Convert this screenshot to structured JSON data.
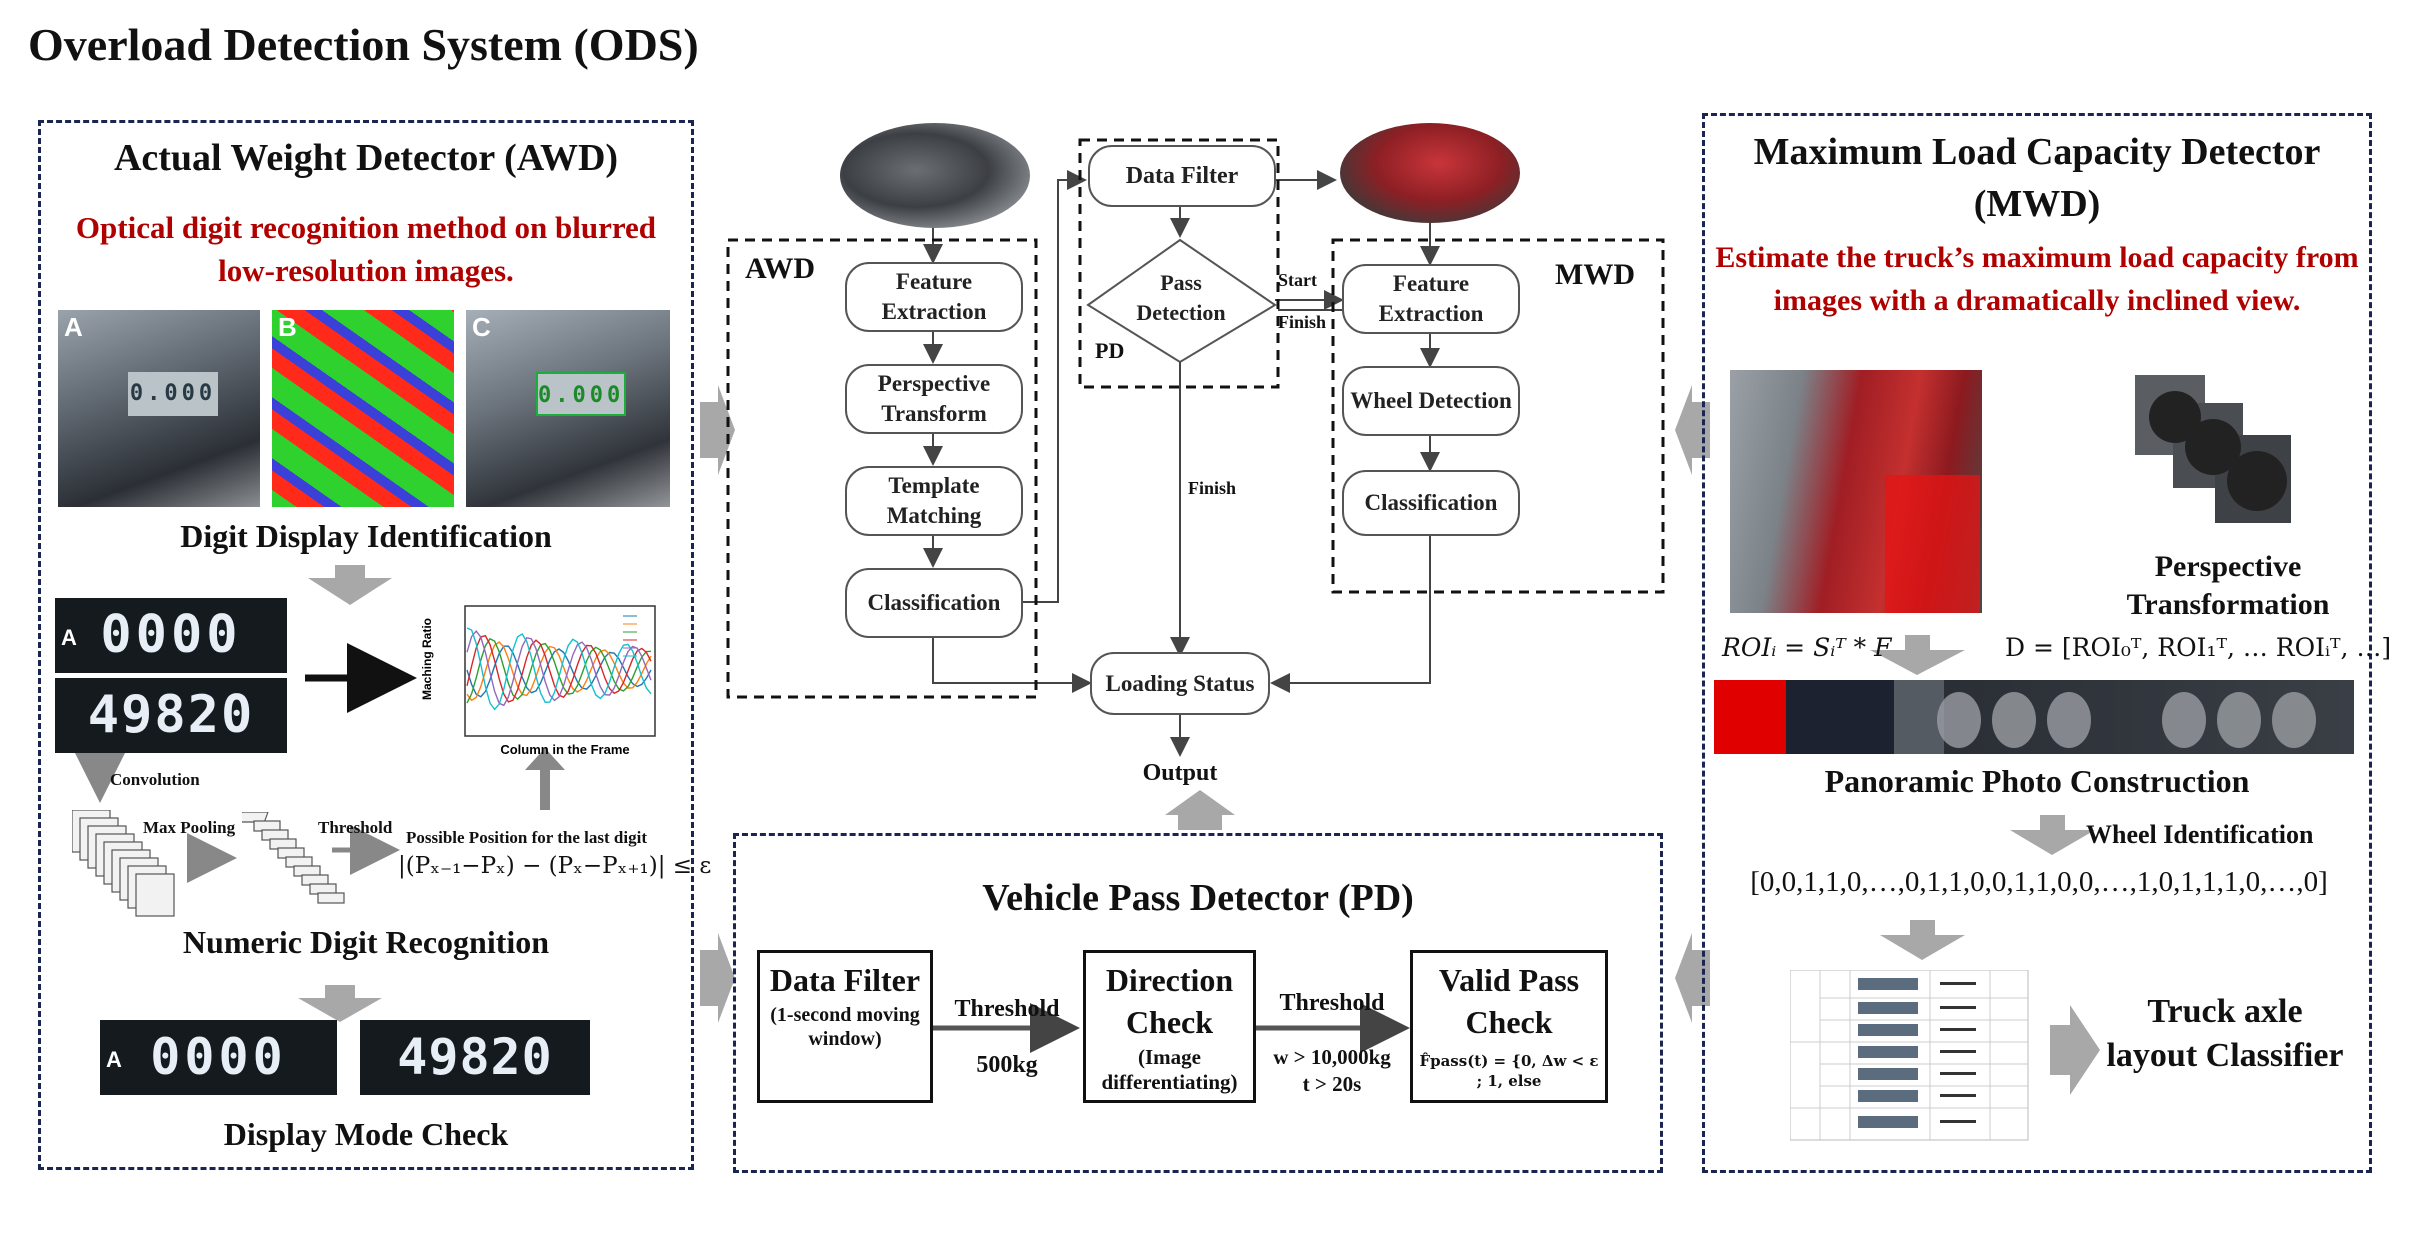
{
  "title": "Overload Detection System (ODS)",
  "awd": {
    "heading": "Actual Weight Detector (AWD)",
    "subtitle": "Optical digit recognition method on blurred low-resolution images.",
    "tags": [
      "A",
      "B",
      "C"
    ],
    "display_reading": "0.000",
    "step1": "Digit Display Identification",
    "digits_top": "0000",
    "digits_bottom": "49820",
    "chart_ylabel": "Maching Ratio",
    "chart_xlabel": "Column in the Frame",
    "convolution": "Convolution",
    "max_pooling": "Max Pooling",
    "threshold": "Threshold",
    "possible_position": "Possible Position for the last digit",
    "formula": "|(Pₓ₋₁−Pₓ) − (Pₓ−Pₓ₊₁)| ≤ ε",
    "step2": "Numeric Digit Recognition",
    "step3": "Display Mode Check"
  },
  "flow": {
    "awd_label": "AWD",
    "mwd_label": "MWD",
    "pd_label": "PD",
    "feature_extraction": "Feature Extraction",
    "perspective_transform": "Perspective Transform",
    "template_matching": "Template Matching",
    "classification": "Classification",
    "data_filter": "Data Filter",
    "pass_detection": "Pass Detection",
    "start": "Start",
    "finish_side": "Finish",
    "finish_down": "Finish",
    "wheel_detection": "Wheel Detection",
    "mwd_feature_extraction": "Feature Extraction",
    "mwd_classification": "Classification",
    "loading_status": "Loading Status",
    "output": "Output"
  },
  "pd": {
    "heading": "Vehicle Pass Detector (PD)",
    "box1_title": "Data Filter",
    "box1_sub": "(1-second moving window)",
    "arrow1_top": "Threshold",
    "arrow1_bottom": "500kg",
    "box2_title": "Direction Check",
    "box2_sub": "(Image differentiating)",
    "arrow2_top": "Threshold",
    "arrow2_line1": "w > 10,000kg",
    "arrow2_line2": "t > 20s",
    "box3_title": "Valid Pass Check",
    "box3_formula": "F̂pass(t) = {0, Δw < ε ; 1, else"
  },
  "mwd": {
    "heading": "Maximum Load Capacity Detector (MWD)",
    "subtitle": "Estimate the truck’s maximum load capacity from images with a dramatically inclined view.",
    "perspective": "Perspective Transformation",
    "roi_formula": "ROIᵢ = Sᵢᵀ * F",
    "d_formula": "D = [ROI₀ᵀ, ROI₁ᵀ, … ROIᵢᵀ, …]",
    "panoramic": "Panoramic Photo Construction",
    "wheel_identification": "Wheel Identification",
    "binary_sequence": "[0,0,1,1,0,…,0,1,1,0,0,1,1,0,0,…,1,0,1,1,1,0,…,0]",
    "classifier": "Truck axle layout Classifier"
  }
}
